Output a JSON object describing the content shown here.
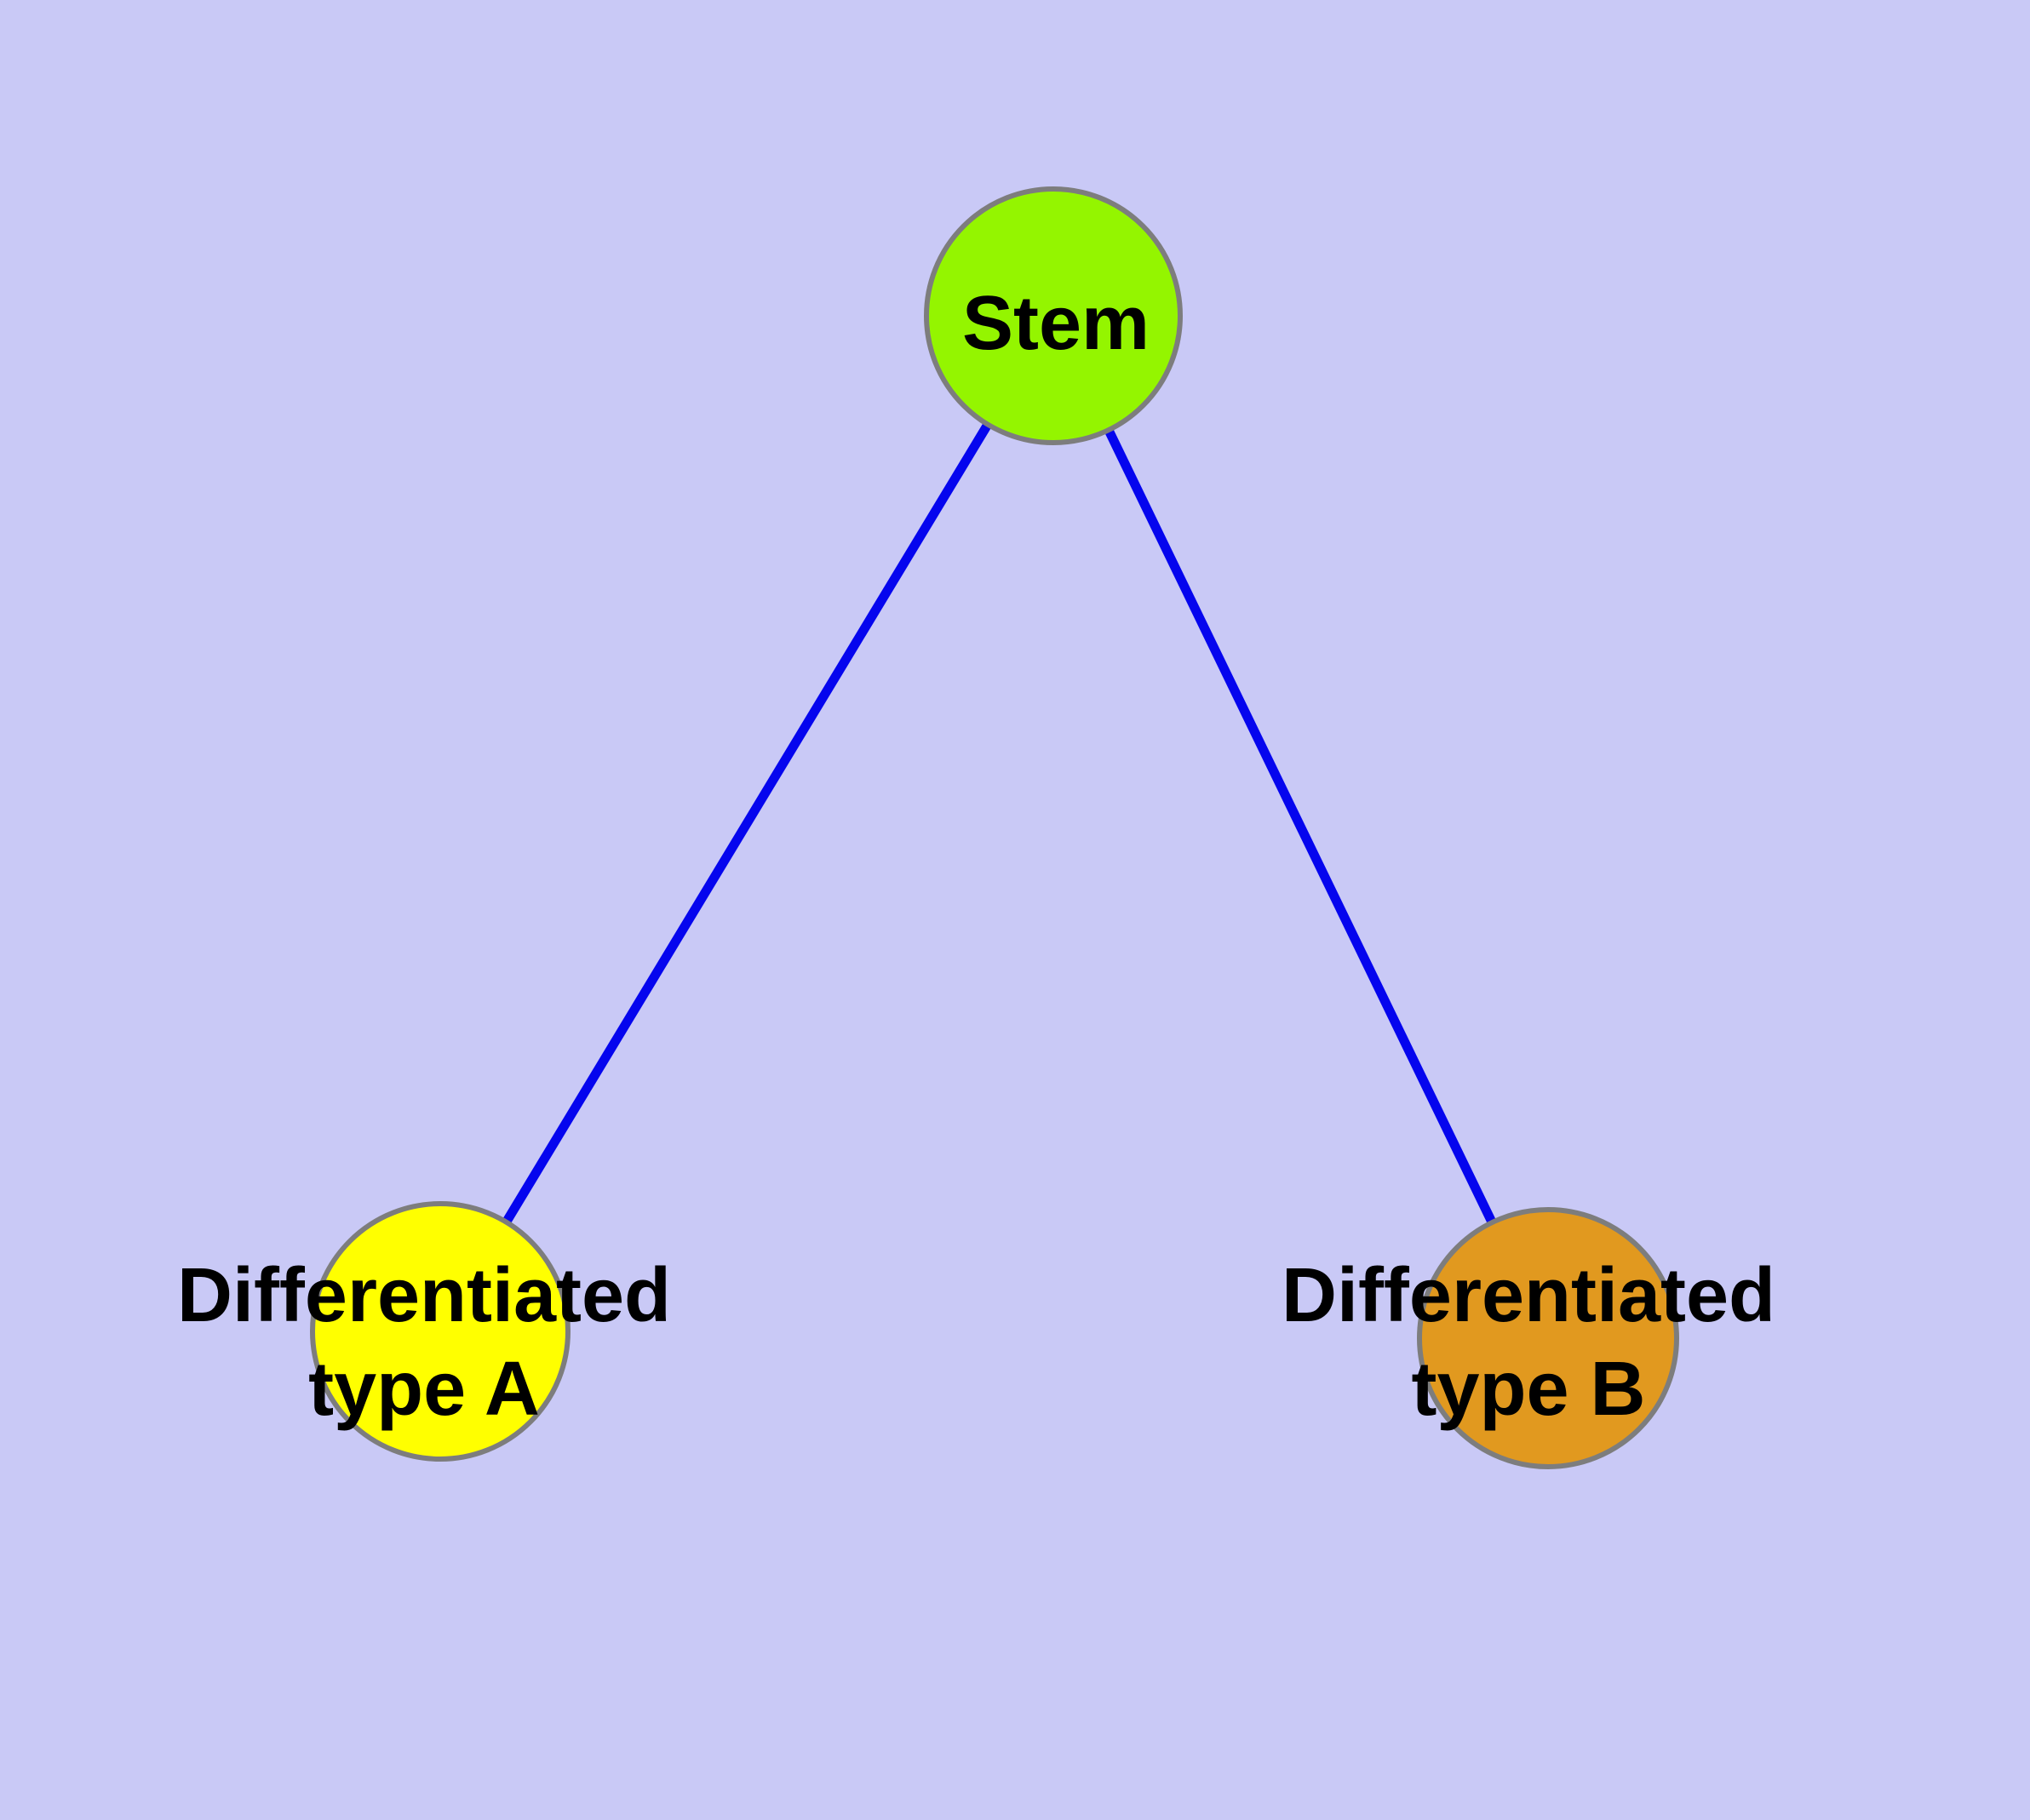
{
  "colors": {
    "background": "#C9C9F6",
    "edge": "#0505EE",
    "node-border": "#7D7D7D",
    "text": "#000000",
    "stem-fill": "#94F500",
    "type-a-fill": "#FFFF00",
    "type-b-fill": "#E1991F"
  },
  "nodes": [
    {
      "id": "stem",
      "label": "Stem",
      "fill": "#94F500"
    },
    {
      "id": "differentiated-type-a",
      "label": "Differentiated type A",
      "label_lines": [
        "Differentiated",
        "type A"
      ],
      "fill": "#FFFF00"
    },
    {
      "id": "differentiated-type-b",
      "label": "Differentiated type B",
      "label_lines": [
        "Differentiated",
        "type B"
      ],
      "fill": "#E1991F"
    }
  ],
  "edges": [
    {
      "from": "stem",
      "to": "differentiated-type-a"
    },
    {
      "from": "stem",
      "to": "differentiated-type-b"
    }
  ]
}
